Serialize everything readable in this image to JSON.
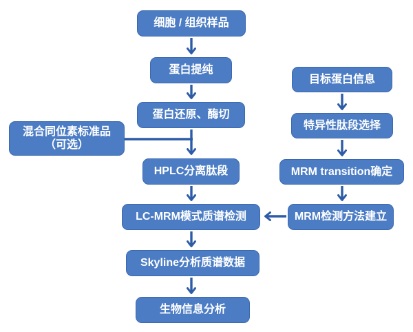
{
  "colors": {
    "background": "#ffffff",
    "node_fill": "#4b7cc4",
    "node_border": "#3a68b0",
    "arrow": "#2d5ca7",
    "text": "#ffffff"
  },
  "nodes": {
    "sample": {
      "label": "细胞 / 组织样品"
    },
    "purify": {
      "label": "蛋白提纯"
    },
    "digest": {
      "label": "蛋白还原、酶切"
    },
    "hplc": {
      "label": "HPLC分离肽段"
    },
    "lcmrm": {
      "label": "LC-MRM模式质谱检测"
    },
    "skyline": {
      "label": "Skyline分析质谱数据"
    },
    "bioinfo": {
      "label": "生物信息分析"
    },
    "isotope": {
      "line1": "混合同位素标准品",
      "line2": "（可选）"
    },
    "target": {
      "label": "目标蛋白信息"
    },
    "peptide": {
      "label": "特异性肽段选择"
    },
    "transition": {
      "label": "MRM transition确定"
    },
    "method": {
      "label": "MRM检测方法建立"
    }
  },
  "edges": [
    {
      "from": "sample",
      "to": "purify",
      "type": "arrow"
    },
    {
      "from": "purify",
      "to": "digest",
      "type": "arrow"
    },
    {
      "from": "digest",
      "to": "hplc",
      "type": "arrow"
    },
    {
      "from": "hplc",
      "to": "lcmrm",
      "type": "arrow"
    },
    {
      "from": "lcmrm",
      "to": "skyline",
      "type": "arrow"
    },
    {
      "from": "skyline",
      "to": "bioinfo",
      "type": "arrow"
    },
    {
      "from": "target",
      "to": "peptide",
      "type": "arrow"
    },
    {
      "from": "peptide",
      "to": "transition",
      "type": "arrow"
    },
    {
      "from": "transition",
      "to": "method",
      "type": "arrow"
    },
    {
      "from": "method",
      "to": "lcmrm",
      "type": "arrow"
    },
    {
      "from": "isotope",
      "to": "digest-hplc-connector",
      "type": "line"
    }
  ]
}
